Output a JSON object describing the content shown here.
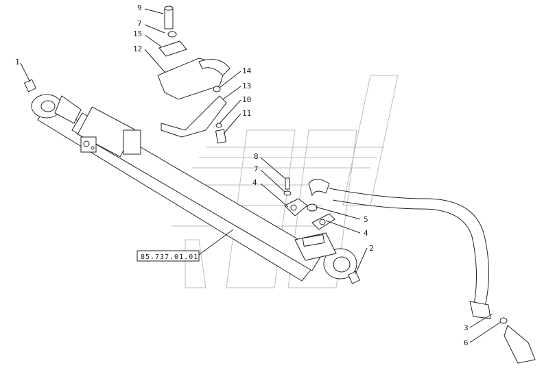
{
  "figure_ref": "85.737.01.01",
  "callouts": [
    {
      "id": "c9",
      "text": "9"
    },
    {
      "id": "c7a",
      "text": "7"
    },
    {
      "id": "c15",
      "text": "15"
    },
    {
      "id": "c12",
      "text": "12"
    },
    {
      "id": "c1",
      "text": "1"
    },
    {
      "id": "c14",
      "text": "14"
    },
    {
      "id": "c13",
      "text": "13"
    },
    {
      "id": "c10",
      "text": "10"
    },
    {
      "id": "c11",
      "text": "11"
    },
    {
      "id": "c8",
      "text": "8"
    },
    {
      "id": "c7b",
      "text": "7"
    },
    {
      "id": "c4a",
      "text": "4"
    },
    {
      "id": "c5",
      "text": "5"
    },
    {
      "id": "c4b",
      "text": "4"
    },
    {
      "id": "c2",
      "text": "2"
    },
    {
      "id": "c3",
      "text": "3"
    },
    {
      "id": "c6",
      "text": "6"
    }
  ]
}
